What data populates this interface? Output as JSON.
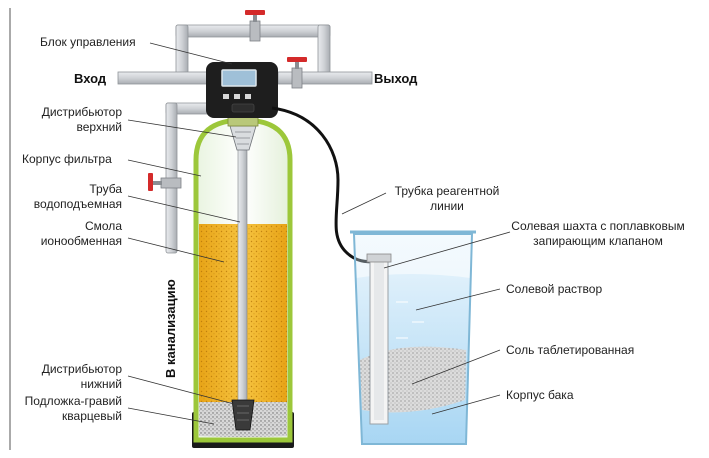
{
  "labels": {
    "control_unit": "Блок управления",
    "inlet": "Вход",
    "outlet": "Выход",
    "upper_distributor_line1": "Дистрибьютор",
    "upper_distributor_line2": "верхний",
    "filter_body": "Корпус фильтра",
    "riser_pipe_line1": "Труба",
    "riser_pipe_line2": "водоподъемная",
    "resin_line1": "Смола",
    "resin_line2": "ионообменная",
    "drain": "В канализацию",
    "lower_distributor_line1": "Дистрибьютор",
    "lower_distributor_line2": "нижний",
    "gravel_line1": "Подложка-гравий",
    "gravel_line2": "кварцевый",
    "brine_tube_line1": "Трубка реагентной",
    "brine_tube_line2": "линии",
    "brine_well_line1": "Солевая шахта с поплавковым",
    "brine_well_line2": "запирающим клапаном",
    "brine_solution": "Солевой раствор",
    "tablet_salt": "Соль таблетированная",
    "tank_body": "Корпус бака"
  },
  "colors": {
    "pipe": "#c9ccd0",
    "pipe_edge": "#8f9398",
    "valve": "#d42a2a",
    "resin": "#f2b51e",
    "tank_outline": "#9cc73a",
    "control_body": "#1e1e1e",
    "water": "#bfe2f7",
    "brine_tube": "#111111"
  },
  "icons": {
    "valve": "valve-icon"
  }
}
